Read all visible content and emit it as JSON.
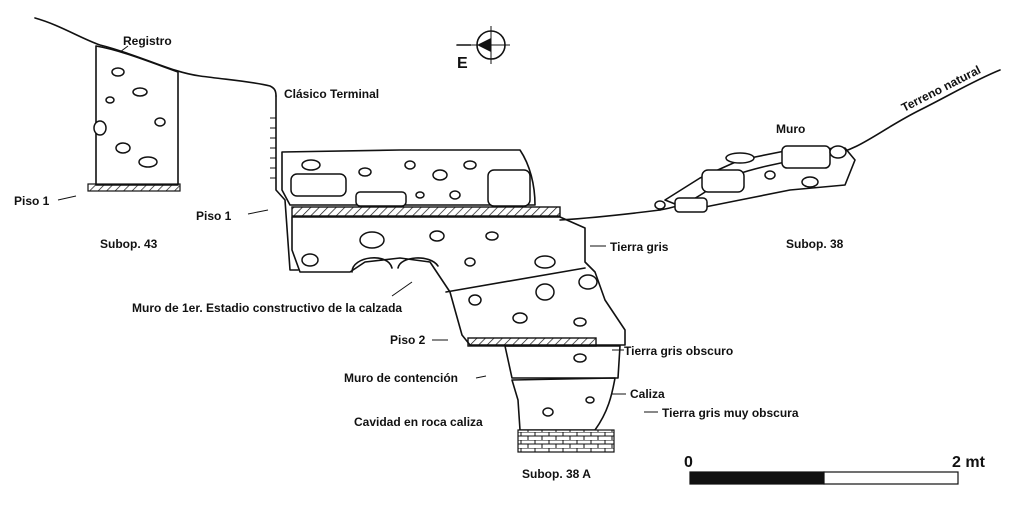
{
  "labels": {
    "registro": "Registro",
    "clasico_terminal": "Clásico Terminal",
    "terreno_natural": "Terreno natural",
    "muro": "Muro",
    "piso1_left": "Piso 1",
    "piso1_mid": "Piso 1",
    "subop43": "Subop. 43",
    "subop38": "Subop. 38",
    "tierra_gris": "Tierra gris",
    "muro_estadio": "Muro de 1er. Estadio constructivo de la calzada",
    "piso2": "Piso 2",
    "tierra_gris_obscuro": "Tierra gris obscuro",
    "muro_contencion": "Muro de contención",
    "caliza": "Caliza",
    "cavidad": "Cavidad en roca caliza",
    "tierra_gris_muy_obscura": "Tierra gris muy obscura",
    "subop38a": "Subop. 38 A"
  },
  "north_arrow": {
    "letter": "E",
    "icon": "north-arrow-icon"
  },
  "scale_bar": {
    "start_label": "0",
    "end_label": "2 mt"
  }
}
